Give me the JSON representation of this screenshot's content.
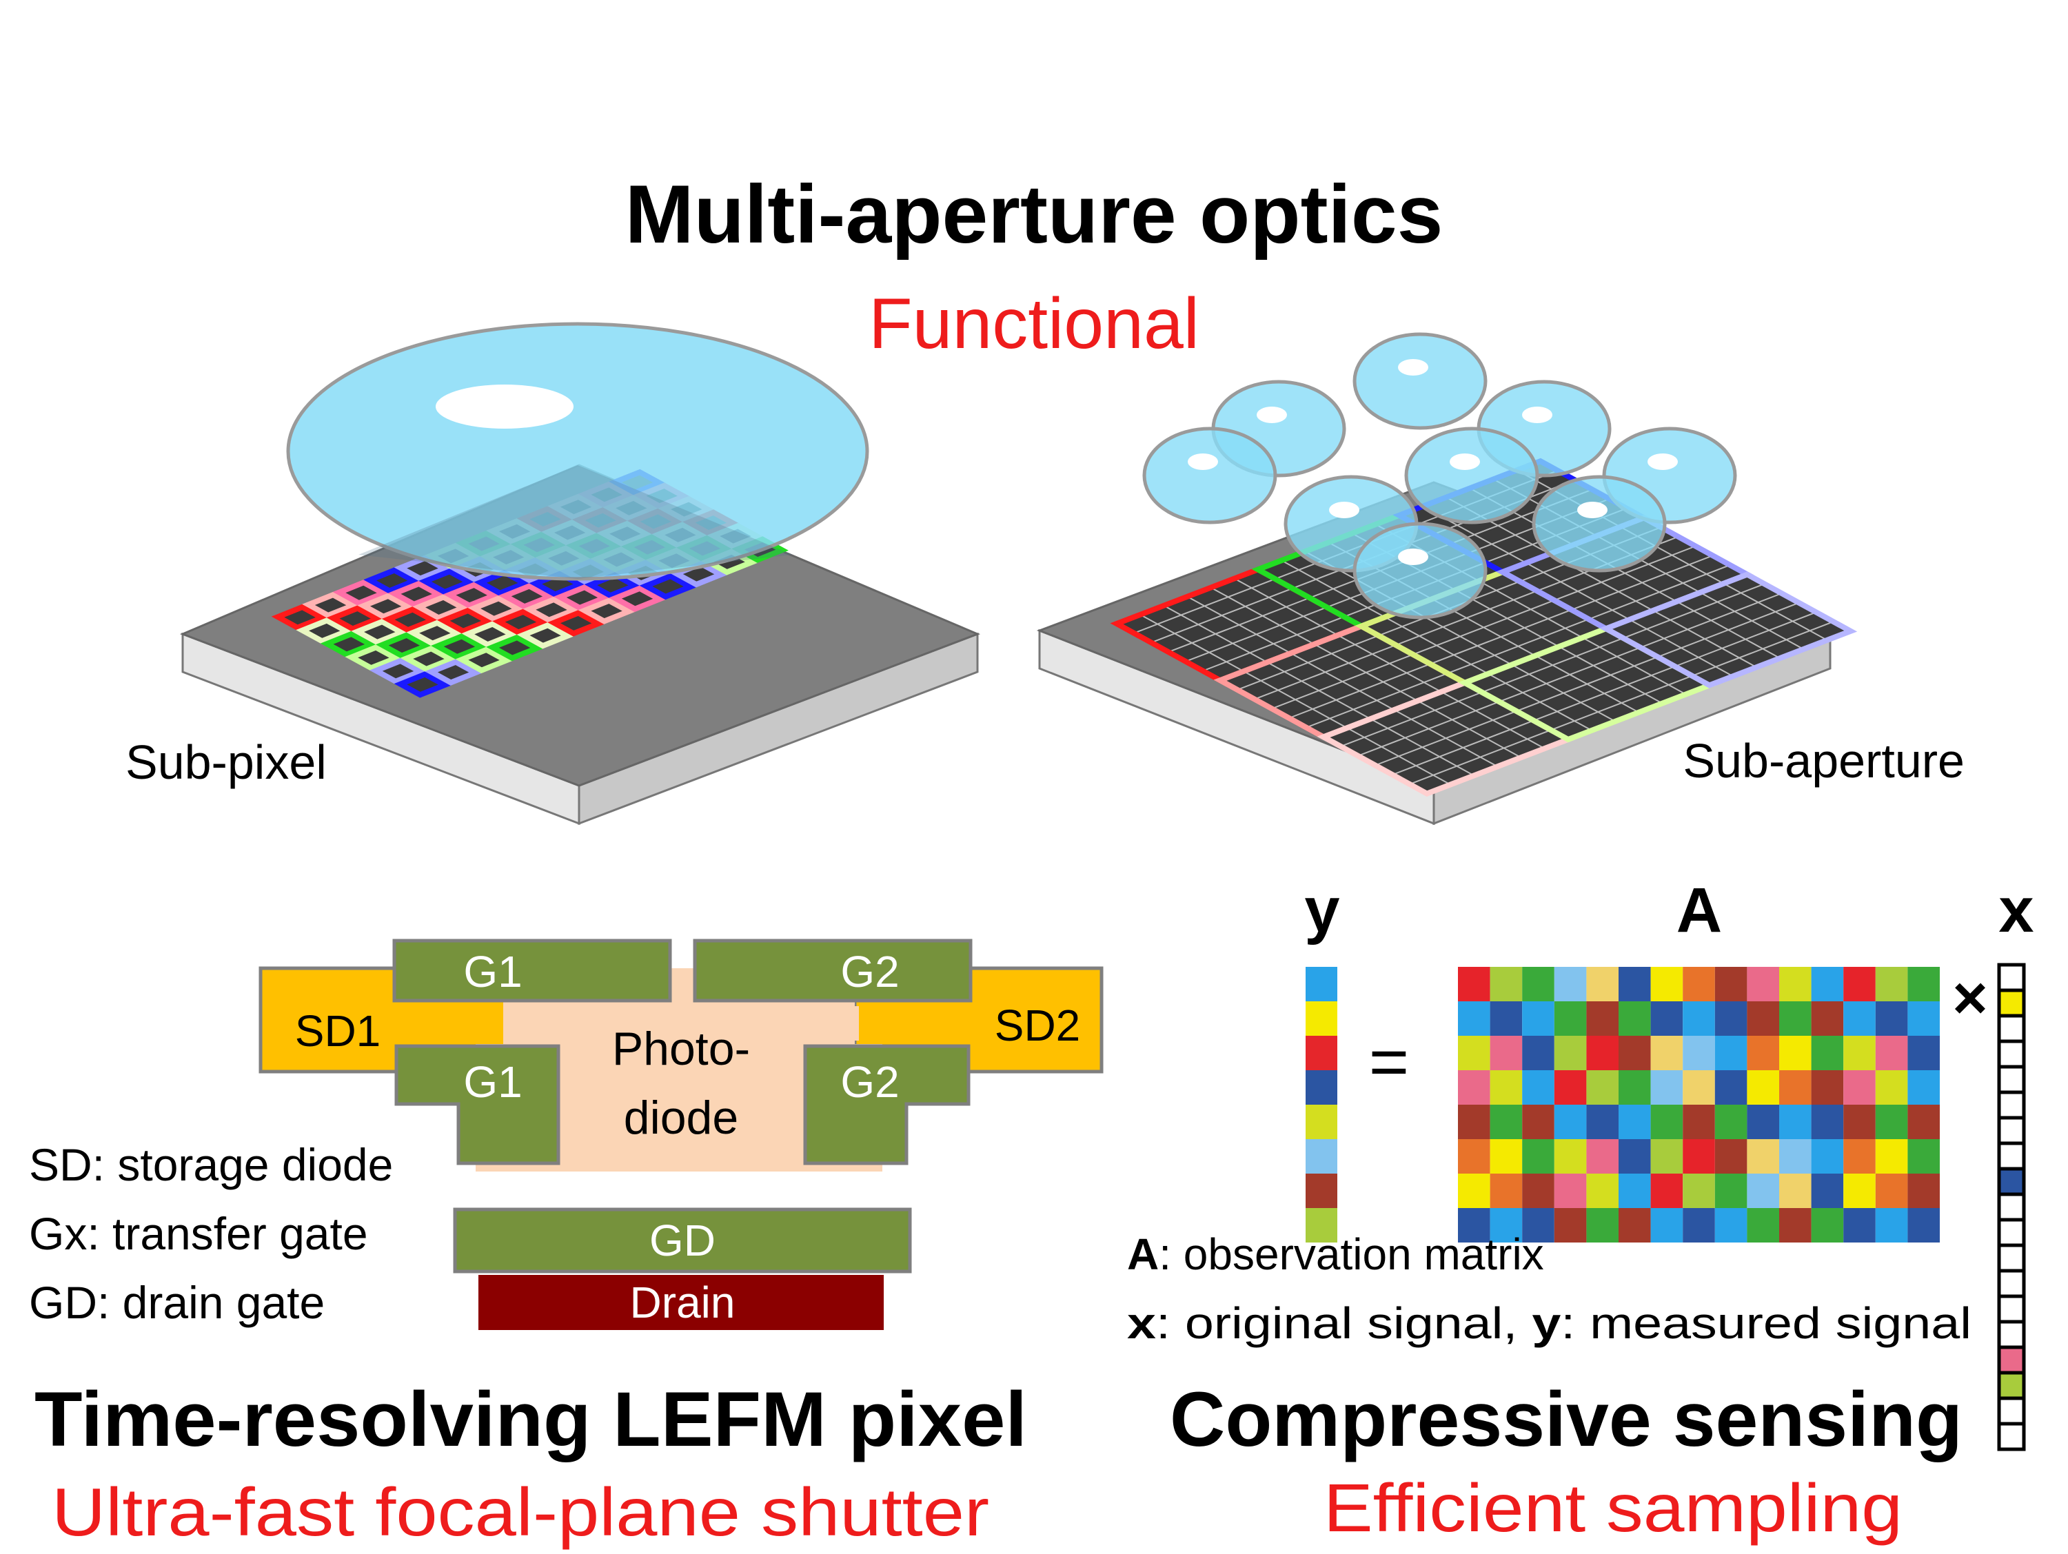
{
  "top": {
    "title": "Multi-aperture optics",
    "subtitle": "Functional",
    "label_left": "Sub-pixel",
    "label_right": "Sub-aperture"
  },
  "pixel": {
    "g1_top": "G1",
    "g2_top": "G2",
    "g1_bottom": "G1",
    "g2_bottom": "G2",
    "sd1": "SD1",
    "sd2": "SD2",
    "photodiode_line1": "Photo-",
    "photodiode_line2": "diode",
    "gd": "GD",
    "drain": "Drain",
    "legend": [
      "SD: storage diode",
      "Gx: transfer gate",
      "GD: drain gate"
    ],
    "title": "Time-resolving LEFM pixel",
    "subtitle": "Ultra-fast focal-plane shutter"
  },
  "cs": {
    "y_label": "y",
    "a_label": "A",
    "x_label": "x",
    "equals": "=",
    "times": "×",
    "def_a_key": "A",
    "def_a_text": ": observation matrix",
    "def_x_key": "x",
    "def_x_text": ": original signal, ",
    "def_y_key": "y",
    "def_y_text": ": measured signal",
    "title": "Compressive sensing",
    "subtitle": "Efficient sampling"
  },
  "colors": {
    "red_text": "#ee1c1c",
    "gate_green": "#76923c",
    "storage_orange": "#ffc000",
    "photodiode_peach": "#fbd5b5",
    "drain_red": "#8b0000",
    "lens_blue": "#87dcf7",
    "chip_top": "#808080",
    "chip_side": "#d9d9d9"
  }
}
